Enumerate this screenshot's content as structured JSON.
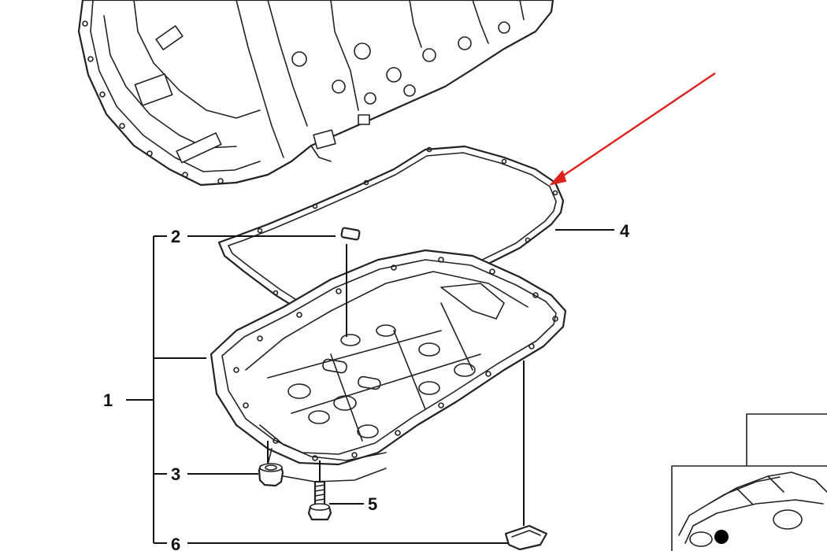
{
  "callouts": {
    "c1": "1",
    "c2": "2",
    "c3": "3",
    "c4": "4",
    "c5": "5",
    "c6": "6"
  },
  "colors": {
    "line": "#222222",
    "arrow": "#e0201c",
    "background": "#ffffff",
    "locator_dot": "#000000"
  },
  "icons": {
    "highlight_arrow": "red-arrow-icon",
    "car_locator": "car-locator-icon"
  }
}
